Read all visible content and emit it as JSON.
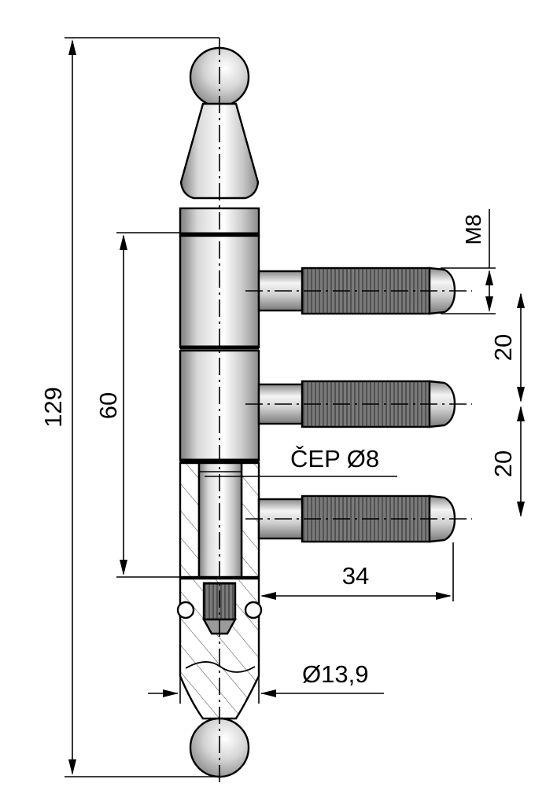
{
  "dimensions": {
    "overall_height": "129",
    "hole_spacing": "60",
    "thread": "M8",
    "pitch_upper": "20",
    "pitch_lower": "20",
    "pin_label": "ČEP Ø8",
    "pin_length": "34",
    "barrel_diameter": "Ø13,9"
  },
  "colors": {
    "line": "#000000",
    "metal_light": "#f2f2f2",
    "metal_dark": "#8a8a8a",
    "thread": "#6e6e6e",
    "background": "#ffffff"
  }
}
